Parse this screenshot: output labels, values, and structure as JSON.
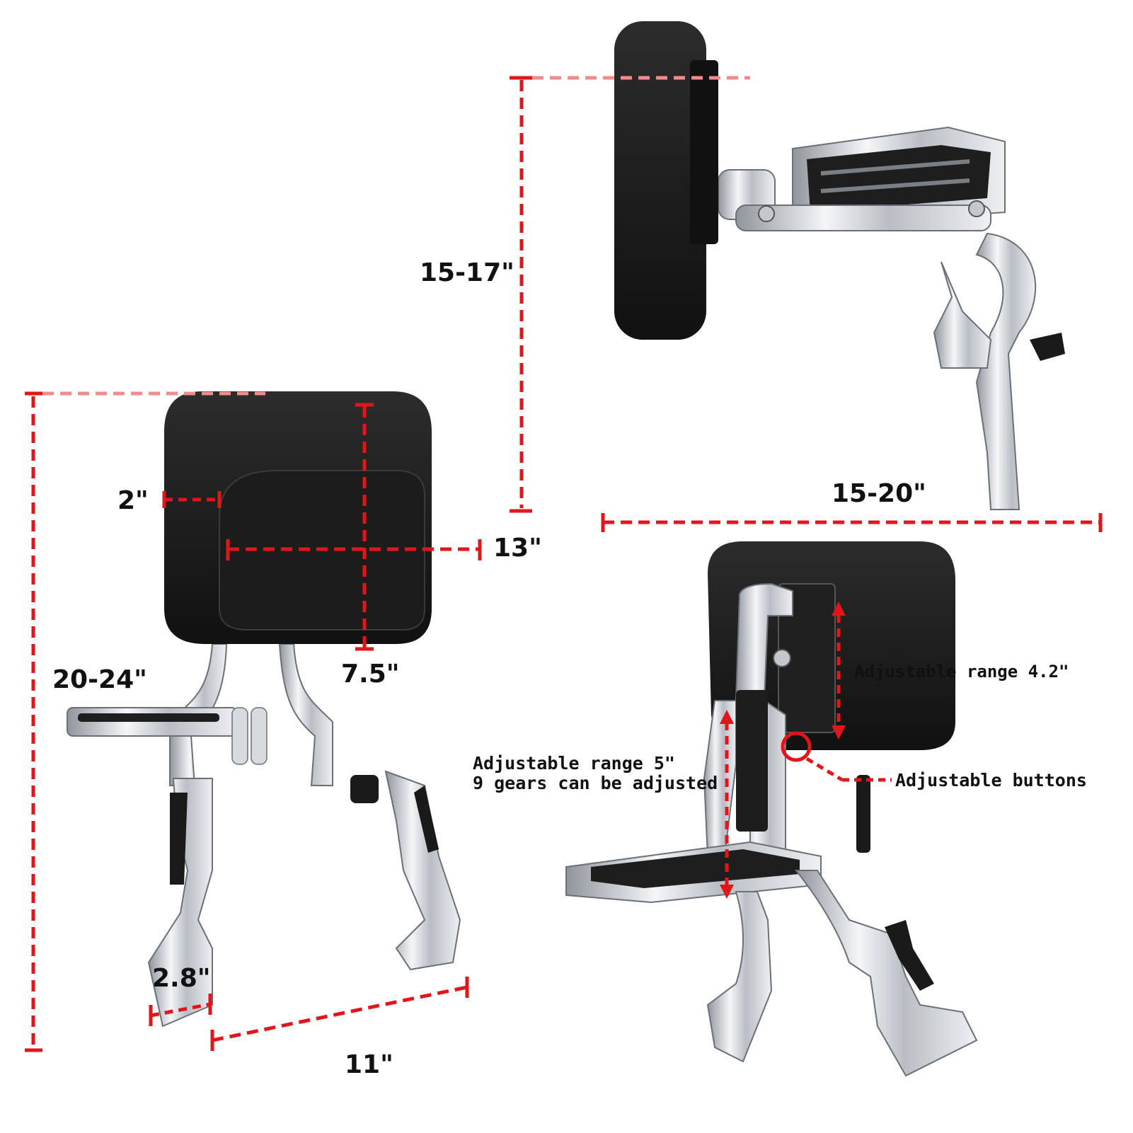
{
  "dimensions": {
    "top_height": "15-17\"",
    "top_depth": "15-20\"",
    "pad_side": "2\"",
    "pad_width": "13\"",
    "pad_height": "7.5\"",
    "overall_height": "20-24\"",
    "plate_width": "2.8\"",
    "stance_width": "11\""
  },
  "callouts": {
    "pad_range": "Adjustable range 4.2\"",
    "upright_range_line1": "Adjustable range 5\"",
    "upright_range_line2": "9 gears can be adjusted",
    "buttons": "Adjustable buttons"
  },
  "colors": {
    "dimension_line": "#e0161b",
    "pad": "#1b1b1b",
    "chrome": "#c9cdd2"
  }
}
